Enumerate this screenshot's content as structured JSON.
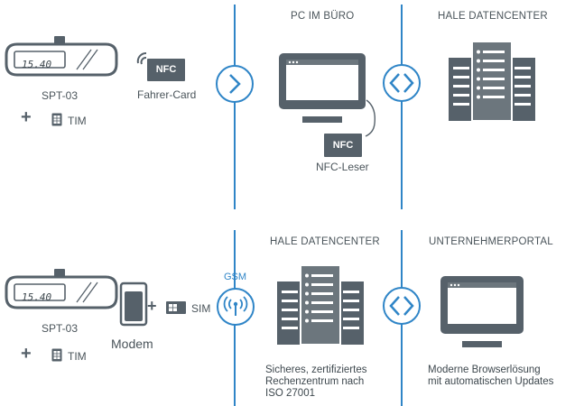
{
  "colors": {
    "gray_dark": "#56616a",
    "gray_mid": "#6c767d",
    "blue": "#2f85c7",
    "text": "#4a545a"
  },
  "top": {
    "device_display": "15.40",
    "device_label": "SPT-03",
    "plus": "+",
    "tim_label": "TIM",
    "nfc_badge": "NFC",
    "card_label": "Fahrer-Card",
    "pc_title": "PC IM BÜRO",
    "reader_badge": "NFC",
    "reader_label": "NFC-Leser",
    "dc_title": "HALE DATENCENTER"
  },
  "bottom": {
    "device_display": "15.40",
    "device_label": "SPT-03",
    "plus": "+",
    "tim_label": "TIM",
    "plus2": "+",
    "sim_label": "SIM",
    "modem_label": "Modem",
    "gsm_label": "GSM",
    "dc_title": "HALE DATENCENTER",
    "dc_desc": "Sicheres, zertifiziertes\nRechenzentrum nach\nISO 27001",
    "portal_title": "UNTERNEHMERPORTAL",
    "portal_desc": "Moderne Browserlösung\nmit automatischen Updates"
  },
  "icons": [
    "tachograph-device-icon",
    "sim-card-icon",
    "wireless-signal-icon",
    "nfc-card-icon",
    "arrow-right-icon",
    "monitor-icon",
    "nfc-reader-icon",
    "bidirectional-arrows-icon",
    "server-rack-icon",
    "modem-icon",
    "gsm-antenna-icon"
  ]
}
